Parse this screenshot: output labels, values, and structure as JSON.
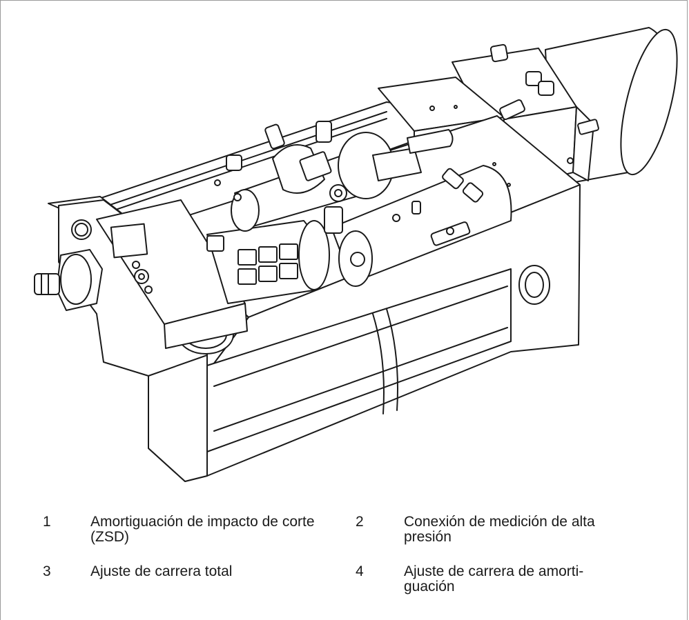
{
  "figure": {
    "legend": [
      {
        "number": "1",
        "label": "Amortiguación de impacto de corte (ZSD)"
      },
      {
        "number": "2",
        "label": "Conexión de medición de alta presión"
      },
      {
        "number": "3",
        "label": "Ajuste de carrera total"
      },
      {
        "number": "4",
        "label": "Ajuste de carrera de amorti-guación"
      }
    ]
  }
}
